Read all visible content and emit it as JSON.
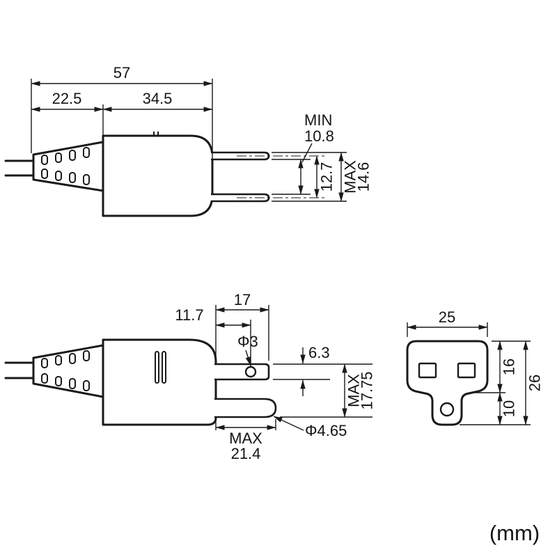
{
  "unit_note": "(mm)",
  "top_view": {
    "overall_length": "57",
    "boot_length": "22.5",
    "body_length": "34.5",
    "blade_gap": {
      "qualifier": "MIN",
      "value": "10.8"
    },
    "blade_pitch": "12.7",
    "blade_span": {
      "qualifier": "MAX",
      "value": "14.6"
    }
  },
  "side_view": {
    "blade_length": "17",
    "hole_offset": "11.7",
    "hole_diameter": "Φ3",
    "blade_width": "6.3",
    "plug_height": {
      "qualifier": "MAX",
      "value": "17.75"
    },
    "pin_length": {
      "qualifier": "MAX",
      "value": "21.4"
    },
    "pin_diameter": "Φ4.65"
  },
  "face_view": {
    "width": "25",
    "slot_section_height": "16",
    "overall_height": "26",
    "lower_section_height": "10"
  }
}
